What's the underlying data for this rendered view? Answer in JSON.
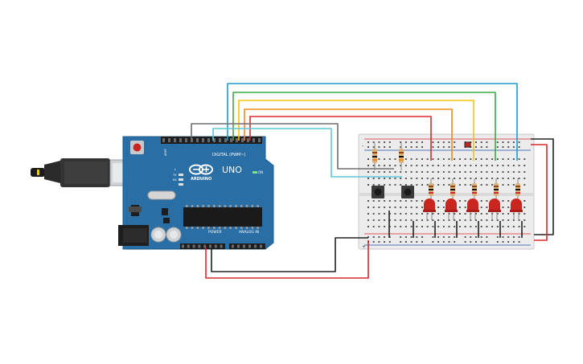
{
  "arduino": {
    "brand": "ARDUINO",
    "model": "UNO",
    "digital_label": "DIGITAL (PWM~)",
    "power_label": "POWER",
    "analog_label": "ANALOG IN",
    "on_label": "ON",
    "tx_label": "TX",
    "rx_label": "RX",
    "l_label": "L",
    "aref_label": "AREF",
    "gnd_label": "GND"
  },
  "colors": {
    "board": "#2a6ea6",
    "breadboard": "#ececec",
    "wire_blue": "#1f9bd0",
    "wire_green": "#3aa845",
    "wire_yellow": "#f2c40d",
    "wire_orange": "#f08a12",
    "wire_red": "#d8282c",
    "wire_cyan": "#5fc6d8",
    "wire_gray": "#6e6e6e",
    "wire_black": "#222222",
    "led": "#c8261f"
  },
  "breadboard": {
    "plus": "+",
    "minus": "-"
  }
}
